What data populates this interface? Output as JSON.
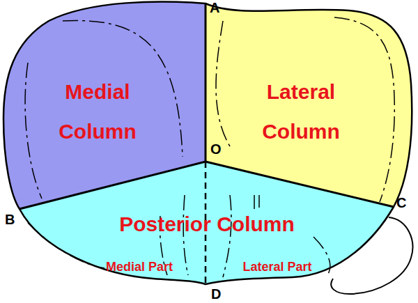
{
  "diagram": {
    "nodes": [
      {
        "text": [
          "Medial Column"
        ]
      },
      {
        "text": [
          "Lateral Column"
        ]
      },
      {
        "text": [
          "Posterior Column"
        ]
      }
    ],
    "labels": [
      "A",
      "B",
      "C",
      "D",
      "O",
      "Medial Part",
      "Lateral Part"
    ]
  }
}
